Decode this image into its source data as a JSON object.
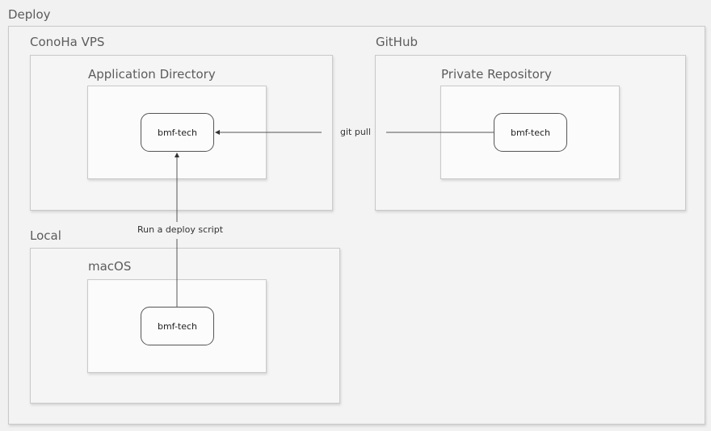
{
  "diagram": {
    "title": "Deploy",
    "groups": {
      "conoha": {
        "title": "ConoHa VPS",
        "inner_title": "Application Directory"
      },
      "github": {
        "title": "GitHub",
        "inner_title": "Private Repository"
      },
      "local": {
        "title": "Local",
        "inner_title": "macOS"
      }
    },
    "nodes": {
      "vps_app": "bmf-tech",
      "github_repo": "bmf-tech",
      "local_mac": "bmf-tech"
    },
    "edges": {
      "git_pull": "git pull",
      "deploy_script": "Run a deploy script"
    }
  }
}
